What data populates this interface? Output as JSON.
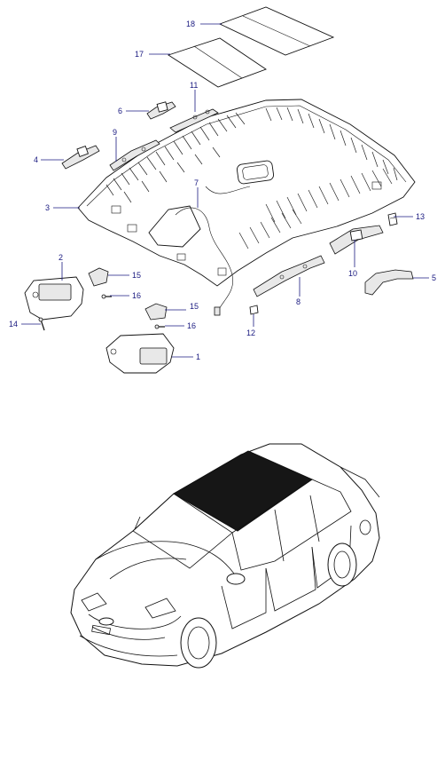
{
  "callouts": {
    "c1": "1",
    "c2": "2",
    "c3": "3",
    "c4": "4",
    "c5": "5",
    "c6": "6",
    "c7": "7",
    "c8": "8",
    "c9": "9",
    "c10": "10",
    "c11": "11",
    "c12": "12",
    "c13": "13",
    "c14": "14",
    "c15a": "15",
    "c15b": "15",
    "c16a": "16",
    "c16b": "16",
    "c17": "17",
    "c18": "18"
  },
  "colors": {
    "callout": "#1a1a80",
    "line": "#111111",
    "sunroof": "#161616"
  }
}
